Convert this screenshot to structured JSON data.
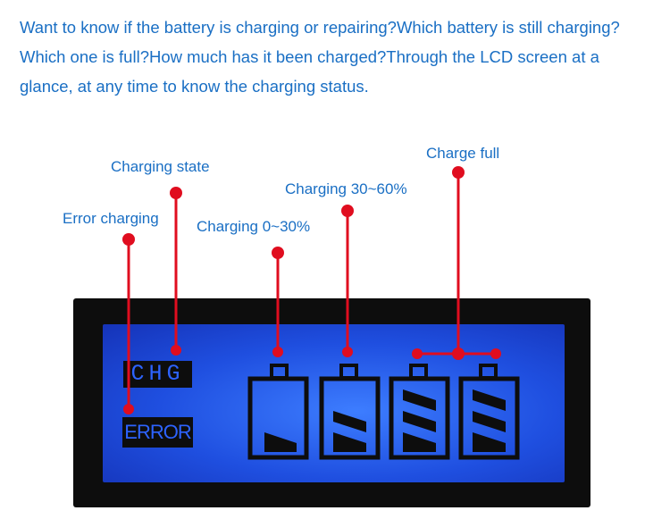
{
  "intro": {
    "text": "Want to know if the battery is charging or repairing?Which battery is still charging? Which one is full?How much has it been charged?Through the LCD screen at a glance, at any time to know the charging status."
  },
  "callouts": {
    "charging_state": "Charging state",
    "error_charging": "Error charging",
    "charging_0_30": "Charging 0~30%",
    "charging_30_60": "Charging 30~60%",
    "charge_full": "Charge full"
  },
  "lcd": {
    "chg_label": "CHG",
    "error_label": "ERROR",
    "batteries": [
      {
        "level": "0~30%",
        "bars": 1
      },
      {
        "level": "30~60%",
        "bars": 2
      },
      {
        "level": "full",
        "bars": 3
      },
      {
        "level": "full",
        "bars": 3
      }
    ]
  },
  "colors": {
    "text_blue": "#1a6fc4",
    "callout_red": "#e00d1f",
    "lcd_blue": "#2a5cf0",
    "lcd_black": "#0d0d0d"
  }
}
